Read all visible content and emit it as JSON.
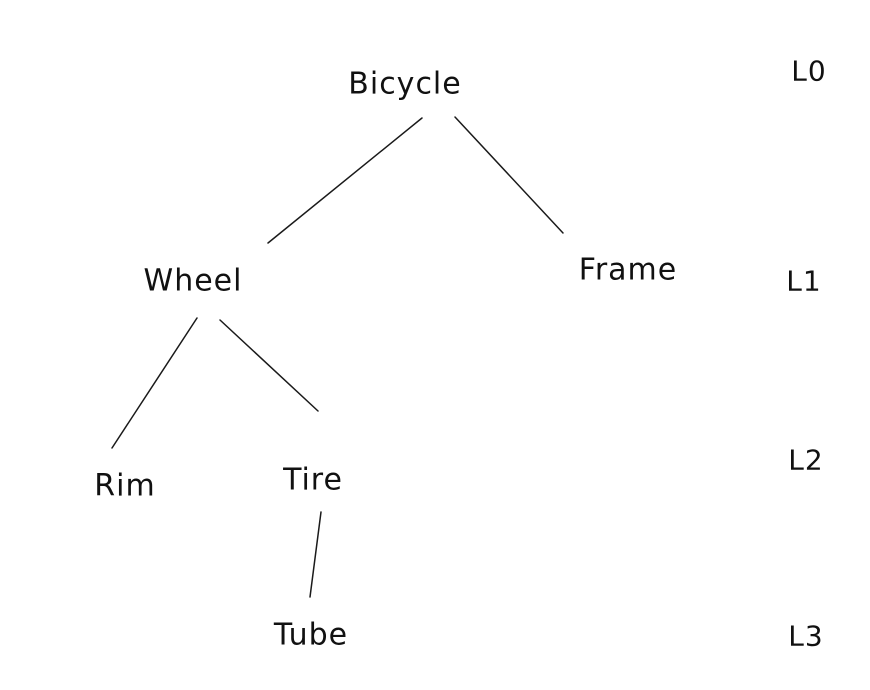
{
  "diagram": {
    "type": "tree",
    "description": "Hand-drawn component hierarchy of a bicycle with depth level labels",
    "nodes": {
      "bicycle": {
        "label": "Bicycle",
        "level": 0
      },
      "wheel": {
        "label": "Wheel",
        "level": 1
      },
      "frame": {
        "label": "Frame",
        "level": 1
      },
      "rim": {
        "label": "Rim",
        "level": 2
      },
      "tire": {
        "label": "Tire",
        "level": 2
      },
      "tube": {
        "label": "Tube",
        "level": 3
      }
    },
    "edges": [
      {
        "from": "bicycle",
        "to": "wheel"
      },
      {
        "from": "bicycle",
        "to": "frame"
      },
      {
        "from": "wheel",
        "to": "rim"
      },
      {
        "from": "wheel",
        "to": "tire"
      },
      {
        "from": "tire",
        "to": "tube"
      }
    ],
    "level_labels": {
      "l0": "L0",
      "l1": "L1",
      "l2": "L2",
      "l3": "L3"
    },
    "colors": {
      "ink": "#1a1a1a",
      "background": "#ffffff"
    }
  }
}
